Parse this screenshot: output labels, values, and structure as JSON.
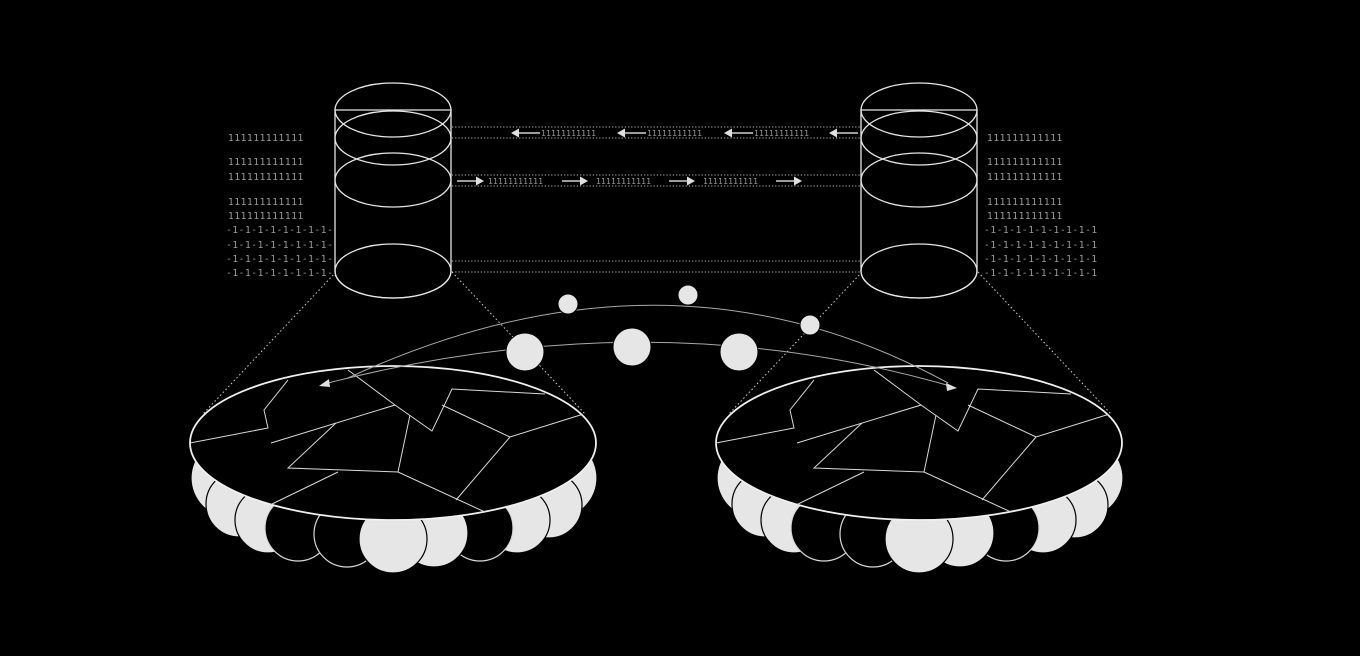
{
  "colors": {
    "background": "#000000",
    "stroke": "#e6e6e6",
    "text": "#9a9a9a"
  },
  "left_bits": {
    "row1": "111111111111",
    "row2": "111111111111",
    "row3": "111111111111",
    "row4": "111111111111",
    "row5": "111111111111",
    "row6": "-1-1-1-1-1-1-1-1-1",
    "row7": "-1-1-1-1-1-1-1-1-1",
    "row8": "-1-1-1-1-1-1-1-1-1",
    "row9": "-1-1-1-1-1-1-1-1-1"
  },
  "right_bits": {
    "row1": "111111111111",
    "row2": "111111111111",
    "row3": "111111111111",
    "row4": "111111111111",
    "row5": "111111111111",
    "row6": "-1-1-1-1-1-1-1-1-1",
    "row7": "-1-1-1-1-1-1-1-1-1",
    "row8": "-1-1-1-1-1-1-1-1-1",
    "row9": "-1-1-1-1-1-1-1-1-1"
  },
  "flow_top_bits": [
    "11111111111",
    "11111111111",
    "11111111111"
  ],
  "flow_mid_bits": [
    "11111111111",
    "11111111111",
    "11111111111"
  ]
}
